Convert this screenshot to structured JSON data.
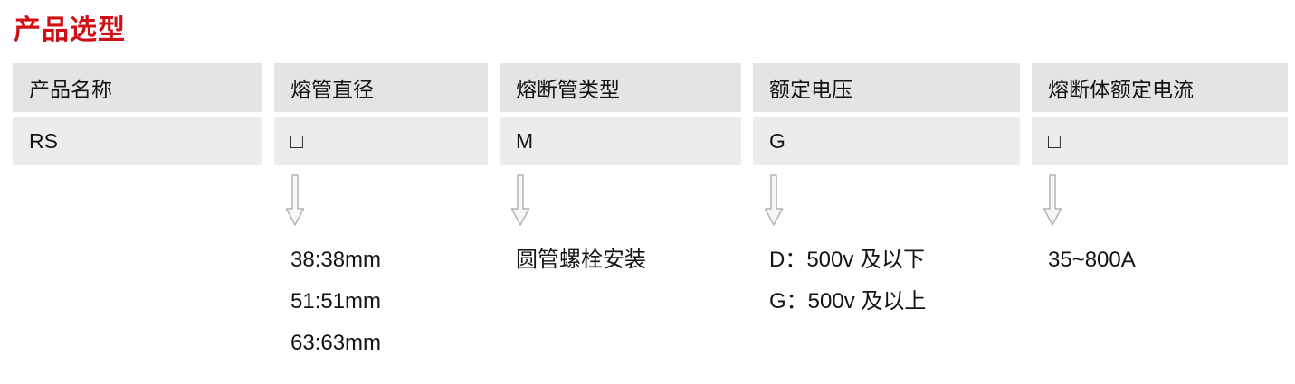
{
  "page": {
    "title": "产品选型"
  },
  "colors": {
    "title": "#cf1016",
    "header_bg": "#e4e4e4",
    "value_bg": "#ececec",
    "arrow_stroke": "#b3b3b3",
    "arrow_fill": "#f7f7f7"
  },
  "table": {
    "columns": [
      {
        "header": "产品名称",
        "value": "RS",
        "options": []
      },
      {
        "header": "熔管直径",
        "value": "□",
        "options": [
          "38:38mm",
          "51:51mm",
          "63:63mm"
        ]
      },
      {
        "header": "熔断管类型",
        "value": "M",
        "options": [
          "圆管螺栓安装"
        ]
      },
      {
        "header": "额定电压",
        "value": "G",
        "options": [
          "D：500v 及以下",
          "G：500v 及以上"
        ]
      },
      {
        "header": "熔断体额定电流",
        "value": "□",
        "options": [
          "35~800A"
        ]
      }
    ]
  }
}
